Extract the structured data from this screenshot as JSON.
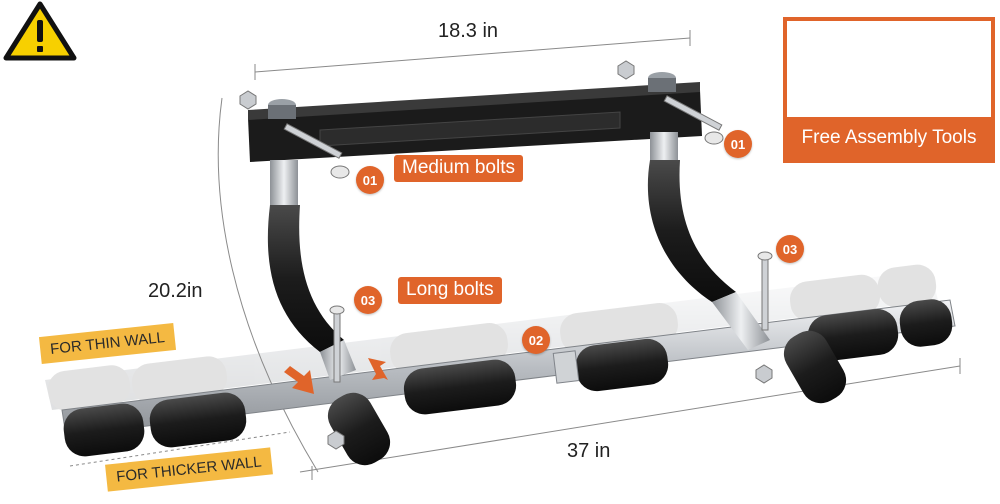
{
  "dimensions": {
    "width": "18.3 in",
    "height": "20.2in",
    "length": "37 in"
  },
  "callouts": {
    "medium_bolts_num": "01",
    "medium_bolts_num_right": "01",
    "medium_bolts_label": "Medium bolts",
    "long_bolts_num": "03",
    "long_bolts_num_right": "03",
    "long_bolts_label": "Long bolts",
    "joint_num": "02"
  },
  "wall_tags": {
    "thin": "FOR THIN WALL",
    "thicker": "FOR THICKER WALL"
  },
  "tools": {
    "caption": "Free Assembly Tools",
    "icon": "wrench-icon"
  },
  "warning": {
    "icon": "warning-triangle-icon"
  },
  "colors": {
    "accent_orange": "#e0642a",
    "tag_yellow": "#f4b942",
    "foam_black": "#1f1f1f",
    "steel": "#c4c8cc"
  }
}
